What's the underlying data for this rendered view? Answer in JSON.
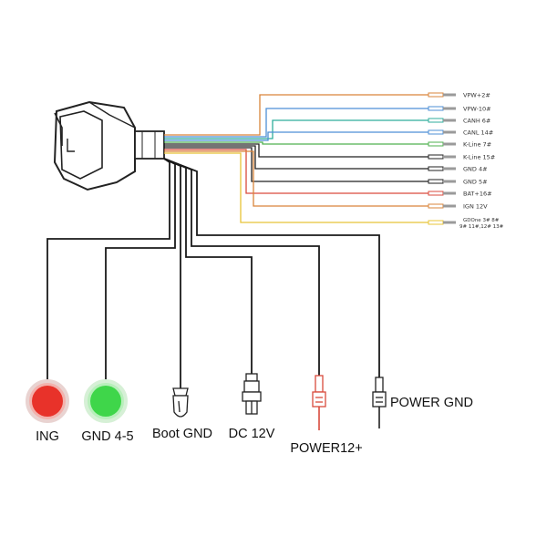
{
  "colors": {
    "background": "#ffffff",
    "line": "#1a1a1a",
    "red_indicator": "#e8322a",
    "green_indicator": "#3fd64a",
    "wire_orange": "#d9853b",
    "wire_blue": "#4d8fd6",
    "wire_teal": "#2fae9c",
    "wire_green": "#4fb04f",
    "wire_red": "#d94a3c",
    "wire_yellow": "#e8c437",
    "wire_black": "#222222"
  },
  "pins": [
    {
      "label": "VPW+2#",
      "color": "#d9853b"
    },
    {
      "label": "VPW-10#",
      "color": "#4d8fd6"
    },
    {
      "label": "CANH 6#",
      "color": "#2fae9c"
    },
    {
      "label": "CANL 14#",
      "color": "#4d8fd6"
    },
    {
      "label": "K-Line 7#",
      "color": "#4fb04f"
    },
    {
      "label": "K-Line 15#",
      "color": "#222222"
    },
    {
      "label": "GND 4#",
      "color": "#222222"
    },
    {
      "label": "GND 5#",
      "color": "#222222"
    },
    {
      "label": "BAT+16#",
      "color": "#d94a3c"
    },
    {
      "label": "IGN 12V",
      "color": "#d9853b"
    }
  ],
  "last_pin": {
    "line1": "GDOne 3# 8#",
    "line2": "9# 11#,12# 13#",
    "color": "#e8c437"
  },
  "outputs": {
    "ing": "ING",
    "gnd45": "GND 4-5",
    "boot_gnd": "Boot GND",
    "dc12v": "DC 12V",
    "power12": "POWER12+",
    "power_gnd": "POWER GND"
  }
}
